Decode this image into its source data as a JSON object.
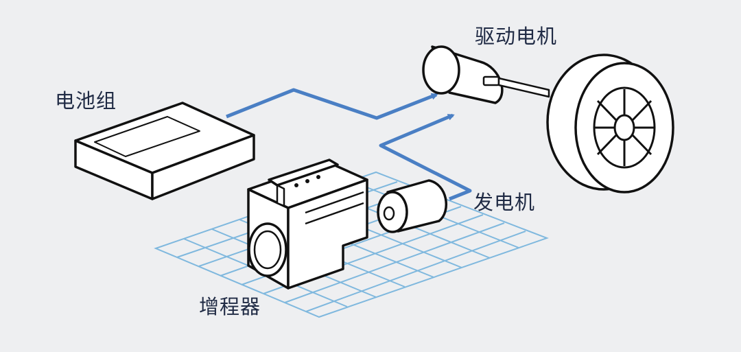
{
  "labels": {
    "battery": "电池组",
    "drive_motor": "驱动电机",
    "generator": "发电机",
    "range_extender": "增程器"
  },
  "colors": {
    "background": "#eeeff1",
    "flow_line": "#4a7fc4",
    "grid_line": "#7fb8de",
    "outline": "#111111",
    "fill": "#ffffff",
    "text": "#1f2a44"
  },
  "icons": {
    "battery": "battery-pack-icon",
    "drive_motor": "drive-motor-icon",
    "generator": "generator-icon",
    "range_extender": "engine-block-icon",
    "wheel": "wheel-icon"
  }
}
